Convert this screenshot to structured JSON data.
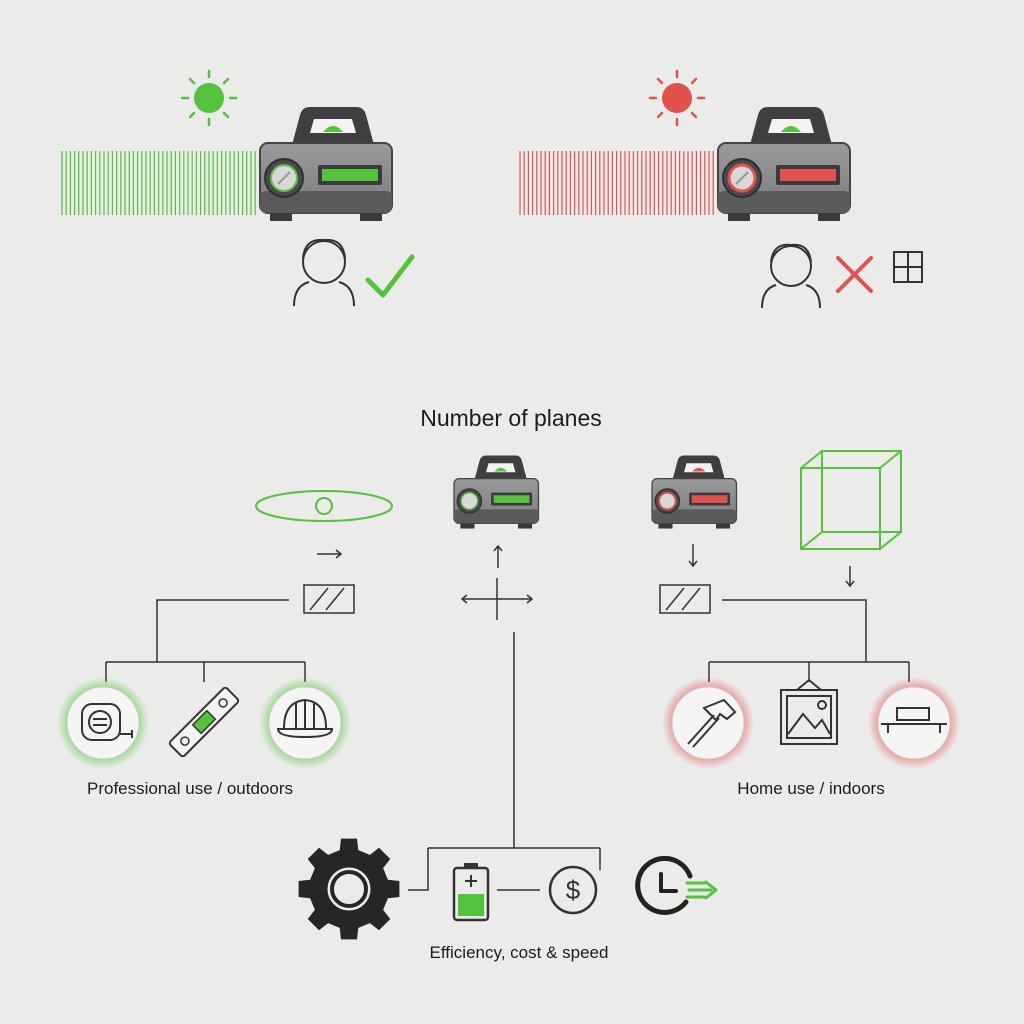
{
  "title": "Number of planes",
  "captions": {
    "professional": "Professional use / outdoors",
    "home": "Home use / indoors",
    "efficiency": "Efficiency, cost & speed"
  },
  "colors": {
    "green": "#54c23c",
    "red": "#e0524c",
    "gray_body": "#8a8a8c",
    "dark": "#3a3a3c",
    "line": "#333333",
    "background": "#ebebea"
  },
  "icons": {
    "top_left": [
      "sun-icon",
      "laser-lines-icon",
      "laser-level-icon",
      "person-icon",
      "check-icon"
    ],
    "top_right": [
      "sun-icon",
      "laser-lines-icon",
      "laser-level-icon",
      "person-icon",
      "cross-icon",
      "window-icon"
    ],
    "middle": [
      "horizontal-plane-icon",
      "cube-outline-icon",
      "glass-panel-icon",
      "move-arrows-icon",
      "arrow-icon"
    ],
    "professional": [
      "tape-measure-icon",
      "spirit-level-icon",
      "hard-hat-icon"
    ],
    "home": [
      "hammer-icon",
      "picture-frame-icon",
      "shelf-icon"
    ],
    "bottom": [
      "gear-icon",
      "battery-icon",
      "dollar-icon",
      "clock-fast-icon"
    ]
  }
}
